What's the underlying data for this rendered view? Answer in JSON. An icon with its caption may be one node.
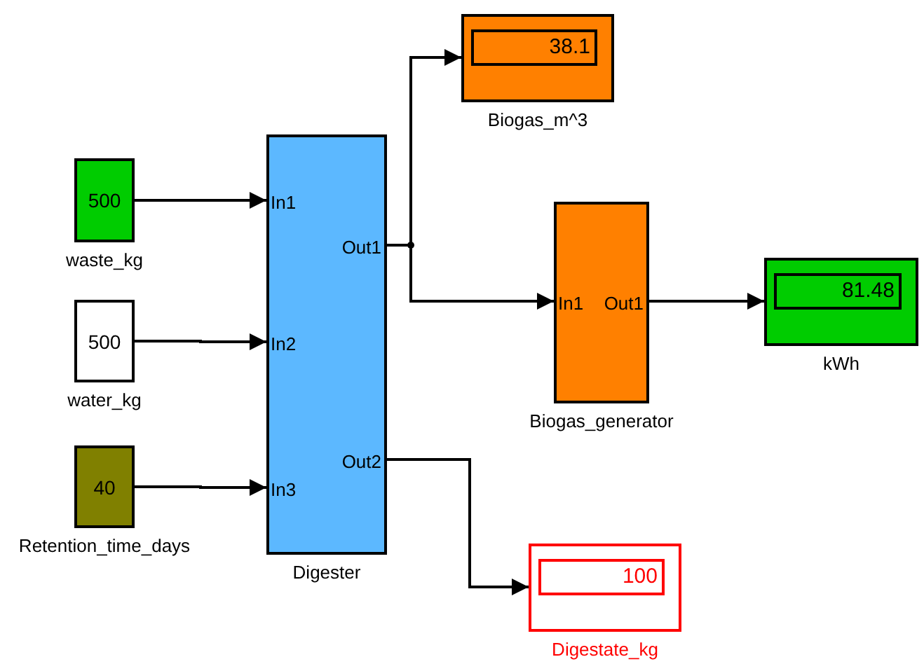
{
  "diagram": {
    "nodes": [
      {
        "text": [
          "500"
        ],
        "beside": [
          "waste_kg"
        ]
      },
      {
        "text": [
          "500"
        ],
        "beside": [
          "water_kg"
        ]
      },
      {
        "text": [
          "40"
        ],
        "beside": [
          "Retention_time_days"
        ]
      },
      {
        "text": [
          "In1",
          "In2",
          "In3",
          "Out1",
          "Out2"
        ],
        "beside": [
          "Digester"
        ]
      },
      {
        "text": [
          "38.1"
        ],
        "beside": [
          "Biogas_m^3"
        ]
      },
      {
        "text": [
          "In1",
          "Out1"
        ],
        "beside": [
          "Biogas_generator"
        ]
      },
      {
        "text": [
          "81.48"
        ],
        "beside": [
          "kWh"
        ]
      },
      {
        "text": [
          "100"
        ],
        "beside": [
          "Digestate_kg"
        ]
      }
    ],
    "edges": [
      {
        "from": 0,
        "to": 3,
        "arrow": "to"
      },
      {
        "from": 1,
        "to": 3,
        "arrow": "to"
      },
      {
        "from": 2,
        "to": 3,
        "arrow": "to"
      },
      {
        "from": 3,
        "to": 4,
        "arrow": "to"
      },
      {
        "from": 3,
        "to": 5,
        "arrow": "to"
      },
      {
        "from": 5,
        "to": 6,
        "arrow": "to"
      },
      {
        "from": 3,
        "to": 7,
        "arrow": "to"
      }
    ]
  }
}
